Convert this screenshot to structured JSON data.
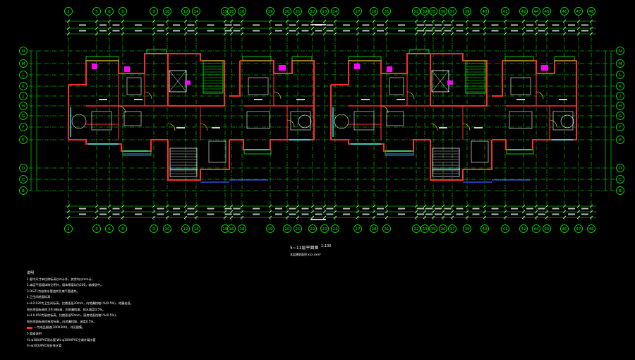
{
  "drawing": {
    "title": "5~11层平面图",
    "scale": "1:100",
    "subtitle": "本层建筑面积:xxx.xxm²",
    "grid_cols": [
      "2",
      "5",
      "6",
      "8",
      "9",
      "10",
      "12",
      "14",
      "15",
      "16",
      "18",
      "19",
      "20",
      "21",
      "22",
      "23",
      "24",
      "27",
      "28",
      "31",
      "32",
      "33",
      "35",
      "36",
      "37",
      "39",
      "40",
      "41",
      "42",
      "44",
      "45",
      "46",
      "47",
      "48"
    ],
    "grid_rows_left": [
      "N",
      "M",
      "L",
      "K",
      "J",
      "H",
      "G",
      "F",
      "E",
      "D",
      "C",
      "B"
    ],
    "grid_rows_right": [
      "N",
      "M",
      "L",
      "K",
      "J",
      "H",
      "G",
      "F",
      "E",
      "D",
      "C",
      "B"
    ],
    "colors": {
      "background": "#000000",
      "grid": "#00ff00",
      "wall": "#ff2a2a",
      "window": "#00ffff",
      "dim": "#ffffff",
      "door": "#ffff00",
      "fixture": "#ff00ff",
      "blue": "#3a5cff"
    }
  },
  "notes": {
    "heading": "说明",
    "lines": [
      "1.图中尺寸单位除标高以m计外，其余均以mm计。",
      "2.本层平面墙体除注明外，墙体厚度均为200，轴线居中。",
      "3.DGZ1为给排水管道井及电气管道井。",
      "4.卫生间地面标高：",
      "a.H-0.020为卫生间标高，比楼面低20mm，向地漏找坡1%(0.5%)，地漏处低。",
      "   阳台地面标高同卫生间标高，向地漏找坡，排水坡度0.5%。",
      "b.H-0.050为厨房标高，比楼面低50mm，厨房地面找坡1%(0.5%)。",
      "   阳台地面标高同厨房标高，向地漏找坡，坡度0.5%。",
      "—为成品烟道(300X300)，详见图集。",
      "5.管道说明：",
      "YL-φ100UPVC雨水管      WL-φ100UPVC空调冷凝水管",
      "FL-φ100UPVC阳台排水管"
    ]
  }
}
